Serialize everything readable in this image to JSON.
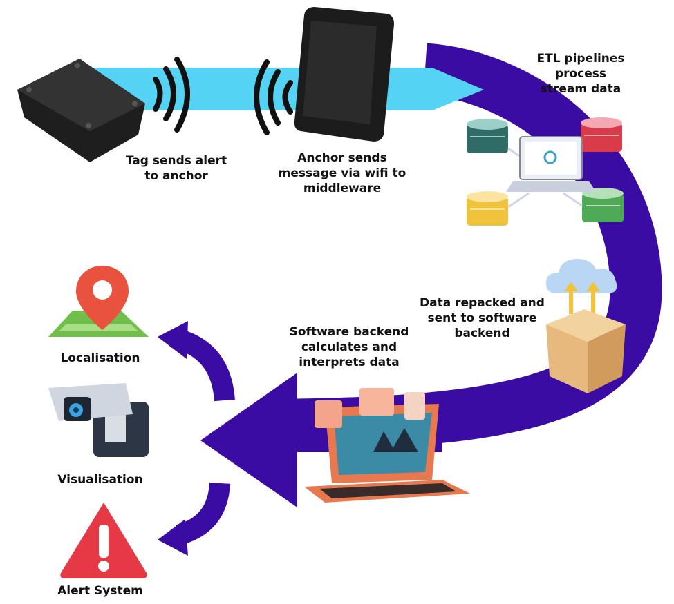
{
  "colors": {
    "flow_primary": "#3a0ca3",
    "flow_light": "#55d3f5",
    "device_dark": "#2a2a2a",
    "alert_red": "#e63946",
    "map_green": "#6fbf4a",
    "laptop_orange": "#e8794f",
    "box_tan": "#e7b97f",
    "cloud_blue": "#b9d7f5"
  },
  "icons": [
    "tag-device-icon",
    "wifi-signal-icon",
    "anchor-device-icon",
    "server-stack-icon",
    "laptop-icon",
    "cloud-upload-icon",
    "package-box-icon",
    "map-pin-icon",
    "security-camera-icon",
    "warning-triangle-icon"
  ],
  "labels": {
    "tag_sends_alert": "Tag sends alert\nto anchor",
    "anchor_sends": "Anchor sends\nmessage via wifi to\nmiddleware",
    "etl_pipelines": "ETL pipelines\nprocess\nstream data",
    "data_repacked": "Data repacked and\nsent to software\nbackend",
    "software_backend": "Software backend\ncalculates and\ninterprets data",
    "localisation": "Localisation",
    "visualisation": "Visualisation",
    "alert_system": "Alert System"
  }
}
